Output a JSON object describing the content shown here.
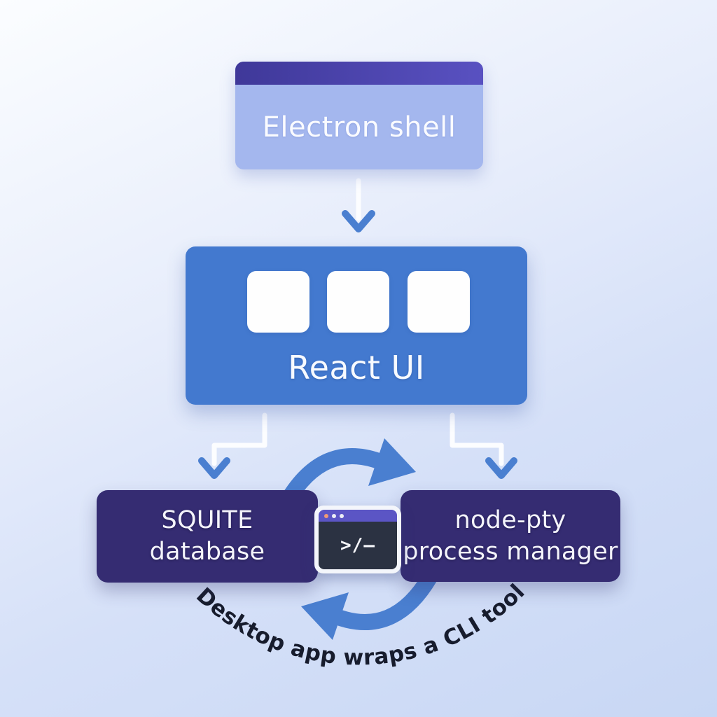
{
  "diagram": {
    "top_box": {
      "label": "Electron shell"
    },
    "middle_box": {
      "label": "React UI"
    },
    "left_box": {
      "line1": "SQUITE",
      "line2": "database"
    },
    "right_box": {
      "line1": "node-pty",
      "line2": "process manager"
    },
    "terminal_icon": {
      "prompt_text": ">/–"
    },
    "caption": "Desktop app wraps a CLI tool",
    "colors": {
      "background_top": "#fbfdff",
      "background_bottom": "#c8d7f4",
      "electron_header_purple": "#4a43ab",
      "electron_body_periwinkle": "#a4b7ee",
      "react_blue": "#4379cf",
      "deep_purple_box": "#352c72",
      "arrow_blue": "#4a7fd0",
      "connector_white": "#fcfdff",
      "terminal_titlebar": "#5b55c5",
      "terminal_body": "#2b3242",
      "terminal_dot_orange": "#f09a76",
      "caption_text": "#171c2d"
    }
  }
}
